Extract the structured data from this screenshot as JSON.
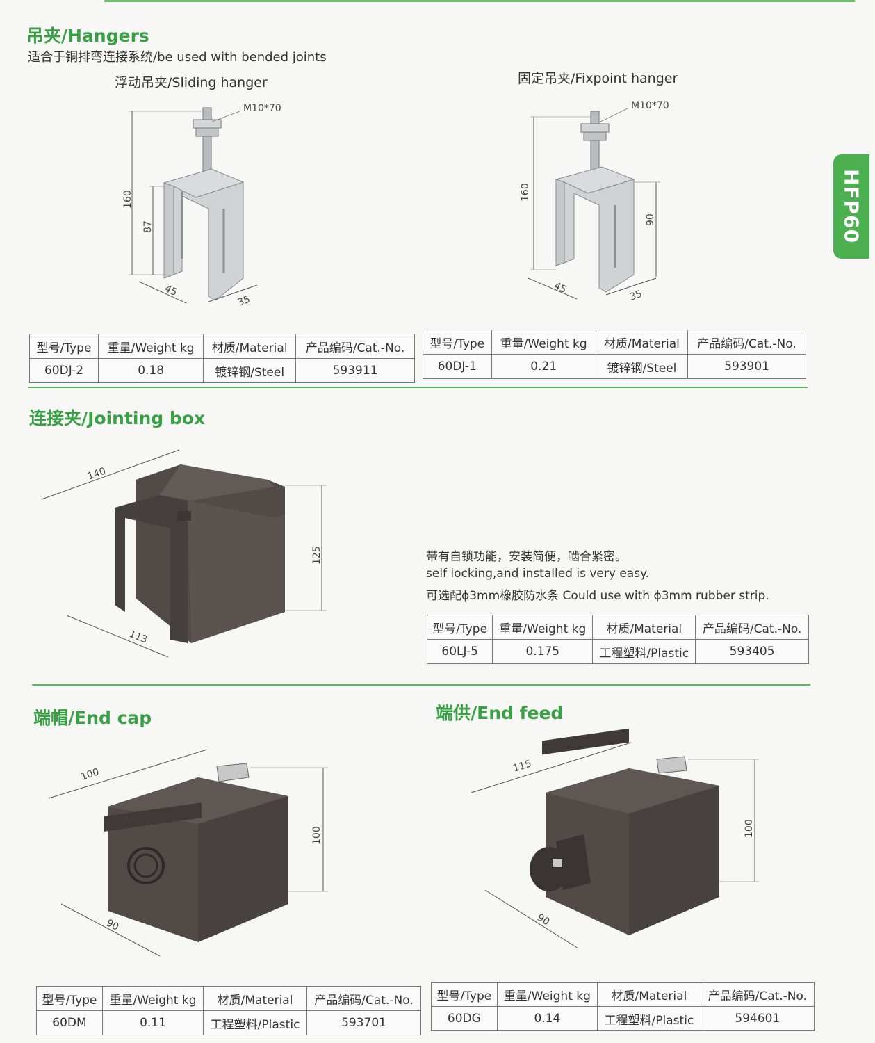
{
  "side_tab": "HFP60",
  "hangers": {
    "title": "吊夹/Hangers",
    "subtitle": "适合于铜排弯连接系统/be used with bended joints",
    "sliding": {
      "caption": "浮动吊夹/Sliding hanger",
      "bolt": "M10*70",
      "dims": {
        "h_total": "160",
        "h_body": "87",
        "w": "45",
        "d": "35"
      },
      "table": {
        "headers": [
          "型号/Type",
          "重量/Weight kg",
          "材质/Material",
          "产品编码/Cat.-No."
        ],
        "row": [
          "60DJ-2",
          "0.18",
          "镀锌钢/Steel",
          "593911"
        ]
      }
    },
    "fixpoint": {
      "caption": "固定吊夹/Fixpoint hanger",
      "bolt": "M10*70",
      "dims": {
        "h_total": "160",
        "h_body": "90",
        "w": "45",
        "d": "35"
      },
      "table": {
        "headers": [
          "型号/Type",
          "重量/Weight kg",
          "材质/Material",
          "产品编码/Cat.-No."
        ],
        "row": [
          "60DJ-1",
          "0.21",
          "镀锌钢/Steel",
          "593901"
        ]
      }
    }
  },
  "jointing": {
    "title": "连接夹/Jointing box",
    "dims": {
      "length": "140",
      "height": "125",
      "width": "113"
    },
    "desc_cn": "带有自锁功能，安装简便，啮合紧密。",
    "desc_en": "self locking,and installed is very easy.",
    "desc_opt": "可选配ϕ3mm橡胶防水条   Could use with ϕ3mm rubber strip.",
    "table": {
      "headers": [
        "型号/Type",
        "重量/Weight kg",
        "材质/Material",
        "产品编码/Cat.-No."
      ],
      "row": [
        "60LJ-5",
        "0.175",
        "工程塑料/Plastic",
        "593405"
      ]
    }
  },
  "endcap": {
    "title": "端帽/End cap",
    "dims": {
      "length": "100",
      "height": "100",
      "width": "90"
    },
    "table": {
      "headers": [
        "型号/Type",
        "重量/Weight kg",
        "材质/Material",
        "产品编码/Cat.-No."
      ],
      "row": [
        "60DM",
        "0.11",
        "工程塑料/Plastic",
        "593701"
      ]
    }
  },
  "endfeed": {
    "title": "端供/End feed",
    "dims": {
      "length": "115",
      "height": "100",
      "width": "90"
    },
    "table": {
      "headers": [
        "型号/Type",
        "重量/Weight kg",
        "材质/Material",
        "产品编码/Cat.-No."
      ],
      "row": [
        "60DG",
        "0.14",
        "工程塑料/Plastic",
        "594601"
      ]
    }
  },
  "colors": {
    "accent": "#3aa046",
    "product_dark": "#514a47",
    "steel": "#c9cdd0"
  }
}
